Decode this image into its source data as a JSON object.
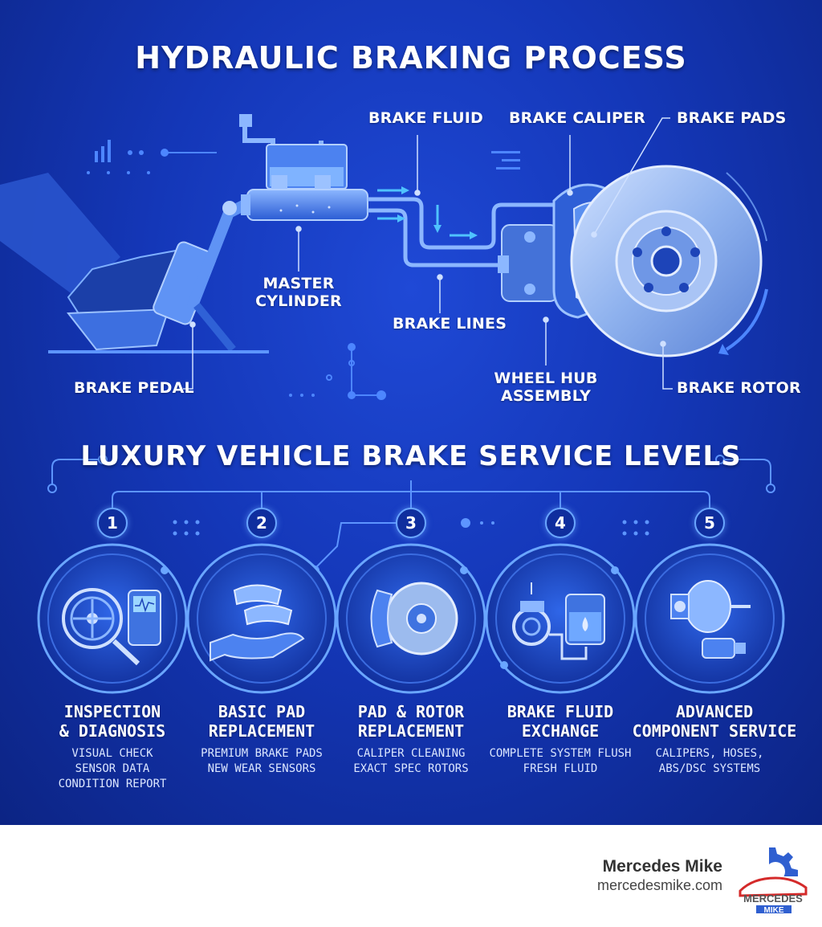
{
  "title": "HYDRAULIC BRAKING PROCESS",
  "components": {
    "brake_fluid": "BRAKE FLUID",
    "brake_caliper": "BRAKE CALIPER",
    "brake_pads": "BRAKE PADS",
    "master_cylinder": "MASTER\nCYLINDER",
    "brake_lines": "BRAKE LINES",
    "wheel_hub": "WHEEL HUB\nASSEMBLY",
    "brake_pedal": "BRAKE PEDAL",
    "brake_rotor": "BRAKE ROTOR"
  },
  "services_title": "LUXURY VEHICLE BRAKE SERVICE LEVELS",
  "services": [
    {
      "number": "1",
      "title": "INSPECTION\n& DIAGNOSIS",
      "details": "VISUAL CHECK\nSENSOR DATA\nCONDITION REPORT",
      "icon": "wheel-scanner-icon"
    },
    {
      "number": "2",
      "title": "BASIC PAD\nREPLACEMENT",
      "details": "PREMIUM BRAKE PADS\nNEW WEAR SENSORS",
      "icon": "brake-pads-hand-icon"
    },
    {
      "number": "3",
      "title": "PAD & ROTOR\nREPLACEMENT",
      "details": "CALIPER CLEANING\nEXACT SPEC ROTORS",
      "icon": "caliper-rotor-icon"
    },
    {
      "number": "4",
      "title": "BRAKE FLUID\nEXCHANGE",
      "details": "COMPLETE SYSTEM FLUSH\nFRESH FLUID",
      "icon": "fluid-pump-reservoir-icon"
    },
    {
      "number": "5",
      "title": "ADVANCED\nCOMPONENT SERVICE",
      "details": "CALIPERS, HOSES,\nABS/DSC SYSTEMS",
      "icon": "brake-booster-icon"
    }
  ],
  "brand": {
    "name": "Mercedes Mike",
    "url": "mercedesmike.com",
    "logo_text": "MERCEDES",
    "logo_subtext": "MIKE"
  },
  "colors": {
    "background": "#1437b8",
    "accent": "#6aa6ff",
    "text": "#ffffff"
  }
}
